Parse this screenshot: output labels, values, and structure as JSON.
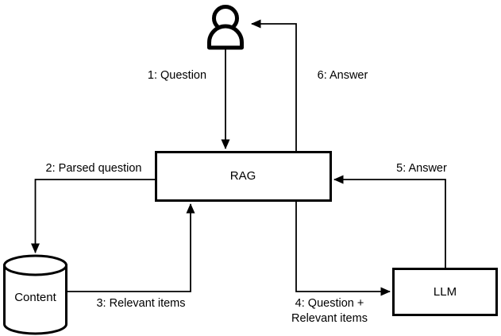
{
  "diagram": {
    "title": "RAG sequence flow diagram",
    "colors": {
      "stroke": "#000000",
      "fill": "#ffffff",
      "text": "#000000"
    },
    "nodes": [
      {
        "id": "user",
        "type": "actor-icon",
        "icon": "person-icon",
        "label": ""
      },
      {
        "id": "rag",
        "type": "process-box",
        "label": "RAG"
      },
      {
        "id": "content",
        "type": "database-cylinder",
        "label": "Content"
      },
      {
        "id": "llm",
        "type": "process-box",
        "label": "LLM"
      }
    ],
    "edges": [
      {
        "id": "e1",
        "from": "user",
        "to": "rag",
        "label": "1: Question"
      },
      {
        "id": "e2",
        "from": "rag",
        "to": "content",
        "label": "2: Parsed question"
      },
      {
        "id": "e3",
        "from": "content",
        "to": "rag",
        "label": "3: Relevant items"
      },
      {
        "id": "e4",
        "from": "rag",
        "to": "llm",
        "label_line1": "4: Question +",
        "label_line2": "Relevant items"
      },
      {
        "id": "e5",
        "from": "llm",
        "to": "rag",
        "label": "5: Answer"
      },
      {
        "id": "e6",
        "from": "rag",
        "to": "user",
        "label": "6: Answer"
      }
    ]
  }
}
